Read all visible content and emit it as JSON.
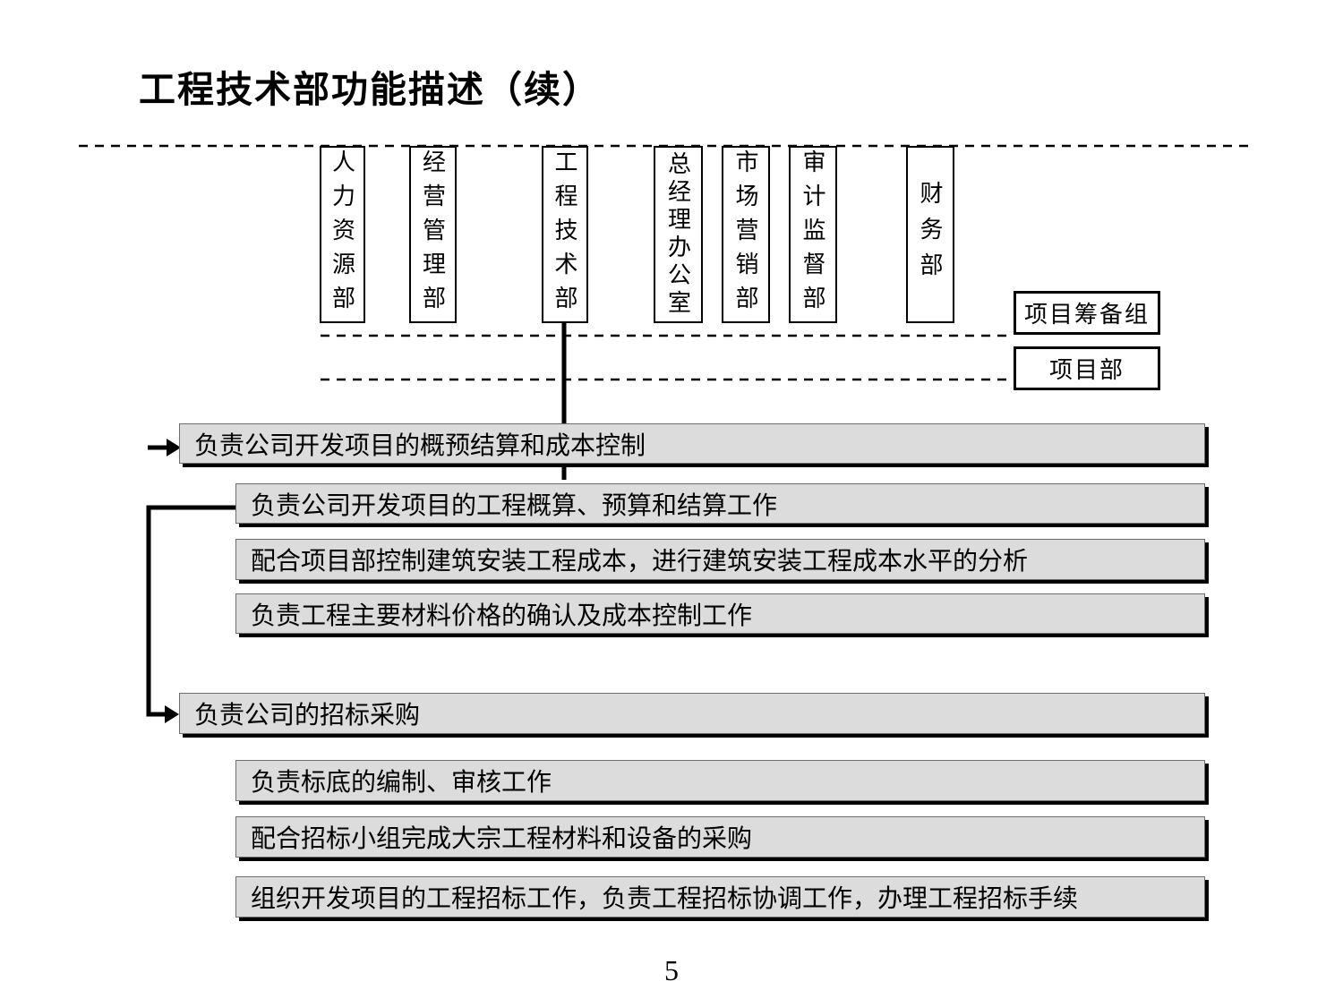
{
  "title": "工程技术部功能描述（续）",
  "page_number": "5",
  "org_chart": {
    "departments": [
      {
        "label": "人力资源部"
      },
      {
        "label": "经营管理部"
      },
      {
        "label": "工程技术部"
      },
      {
        "label": "总经理办公室"
      },
      {
        "label": "市场营销部"
      },
      {
        "label": "审计监督部"
      },
      {
        "label": "财务部"
      }
    ],
    "side_boxes": [
      {
        "label": "项目筹备组"
      },
      {
        "label": "项目部"
      }
    ]
  },
  "functions": {
    "group1": {
      "header": "负责公司开发项目的概预结算和成本控制",
      "items": [
        {
          "label": "负责公司开发项目的工程概算、预算和结算工作"
        },
        {
          "label": "配合项目部控制建筑安装工程成本，进行建筑安装工程成本水平的分析"
        },
        {
          "label": "负责工程主要材料价格的确认及成本控制工作"
        }
      ]
    },
    "group2": {
      "header": "负责公司的招标采购",
      "items": [
        {
          "label": "负责标底的编制、审核工作"
        },
        {
          "label": "配合招标小组完成大宗工程材料和设备的采购"
        },
        {
          "label": "组织开发项目的工程招标工作，负责工程招标协调工作，办理工程招标手续"
        }
      ]
    }
  },
  "colors": {
    "bar_fill": "#dcdcdc",
    "bar_shadow": "#000000",
    "line_color": "#000000"
  }
}
